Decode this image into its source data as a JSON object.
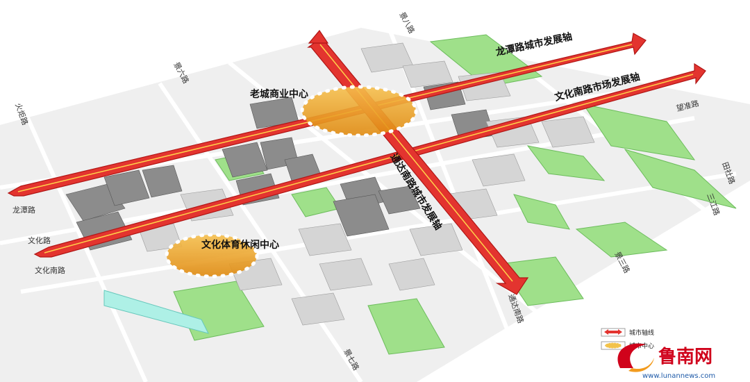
{
  "colors": {
    "arrow": "#e3342f",
    "arrow_edge": "#b01515",
    "arrow_inner": "#ffd24a",
    "center_fill": "#f2a31b",
    "green": "#9fe08a",
    "water": "#aef0e6",
    "building_dark": "#8c8c8c",
    "building_light": "#d5d5d5",
    "road": "#f6f6f6",
    "brand": "#d0021b"
  },
  "axes": {
    "longtan": "龙潭路城市发展轴",
    "wenhua_nan": "文化南路市场发展轴",
    "tongda": "通达南路城市发展轴"
  },
  "centers": {
    "old_city": "老城商业中心",
    "culture_sports": "文化体育休闲中心"
  },
  "streets": {
    "huoju": "火炬路",
    "jingliu": "景六路",
    "jingba": "景八路",
    "wangzhun": "望准路",
    "tianshe": "田社路",
    "sanjiang": "三江路",
    "longtan": "龙潭路",
    "wenhua": "文化路",
    "wenhua_nan": "文化南路",
    "jingsan": "景三路",
    "tongda_nan": "通达南路",
    "jingqi": "景七路"
  },
  "legend": {
    "axis": "城市轴线",
    "center": "城市中心"
  },
  "brand": {
    "name": "鲁南网",
    "url": "www.lunannews.com"
  }
}
